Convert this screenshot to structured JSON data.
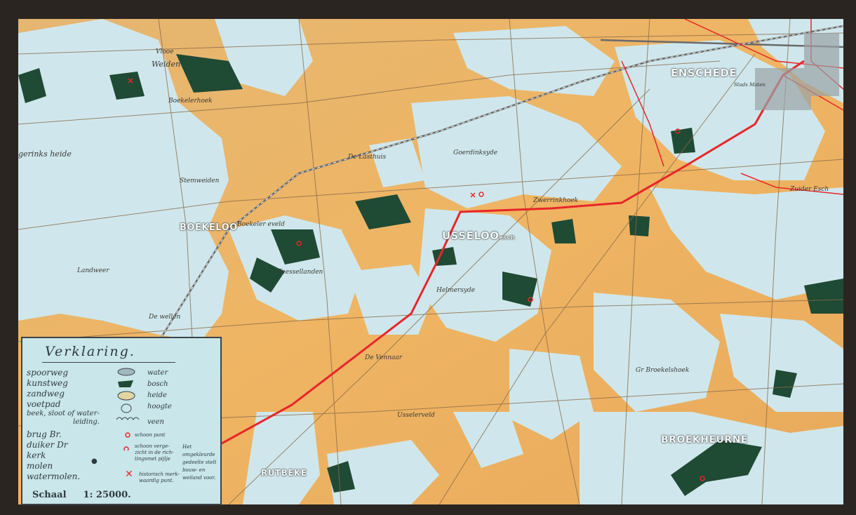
{
  "places": {
    "enschede": "ENSCHEDE",
    "usseloo": "USSELOO",
    "usseloo_suffix": "esch",
    "boekeloo": "BOEKELOO",
    "broekheurne": "BROEKHEURNE",
    "rutbeke": "RUTBEKE"
  },
  "minor_labels": {
    "weiden": "Weiden",
    "vlooe": "Vlooe",
    "boekelerhoek": "Boekelerhoek",
    "geerinks_heide": "gerinks heide",
    "stemweiden": "Stemweiden",
    "boekelereveld": "Boekeler eveld",
    "teesselanden": "Teessellanden",
    "landweer": "Landweer",
    "de_wellen": "De wellen",
    "helmersyde": "Helmersyde",
    "de_vennaar": "De Vennaar",
    "usselerveld": "Usselerveld",
    "goerdinksyde": "Goerdinksyde",
    "zwerrinkhoek": "Zwerrinkhoek",
    "zuider_esch": "Zuider Esch",
    "stads_maten": "Stads Maten",
    "de_lasthuis": "De Lasthuis",
    "gr_broekelhoek": "Gr Broekelshoek"
  },
  "legend": {
    "title": "Verklaring.",
    "left_items": [
      "spoorweg",
      "kunstweg",
      "zandweg",
      "voetpad",
      "beek, sloot of water-",
      "leiding.",
      "brug  Br.",
      "duiker Dr",
      "kerk",
      "molen",
      "watermolen."
    ],
    "right_items": [
      "water",
      "bosch",
      "heide",
      "hoogte",
      "veen",
      "schoon punt",
      "schoon verge-",
      "zicht in de rich-",
      "tingsmet pijlje",
      "historisch merk-",
      "waardig punt."
    ],
    "note": "Het omgekleurde gedeelte stelt bouw- en weiland voor.",
    "scale_label": "Schaal",
    "scale_value": "1: 25000."
  },
  "colors": {
    "land": "#e8b46a",
    "water": "#cfe8ee",
    "forest": "#1f4a34",
    "route": "#e8262a",
    "road": "#8a6a4a"
  }
}
